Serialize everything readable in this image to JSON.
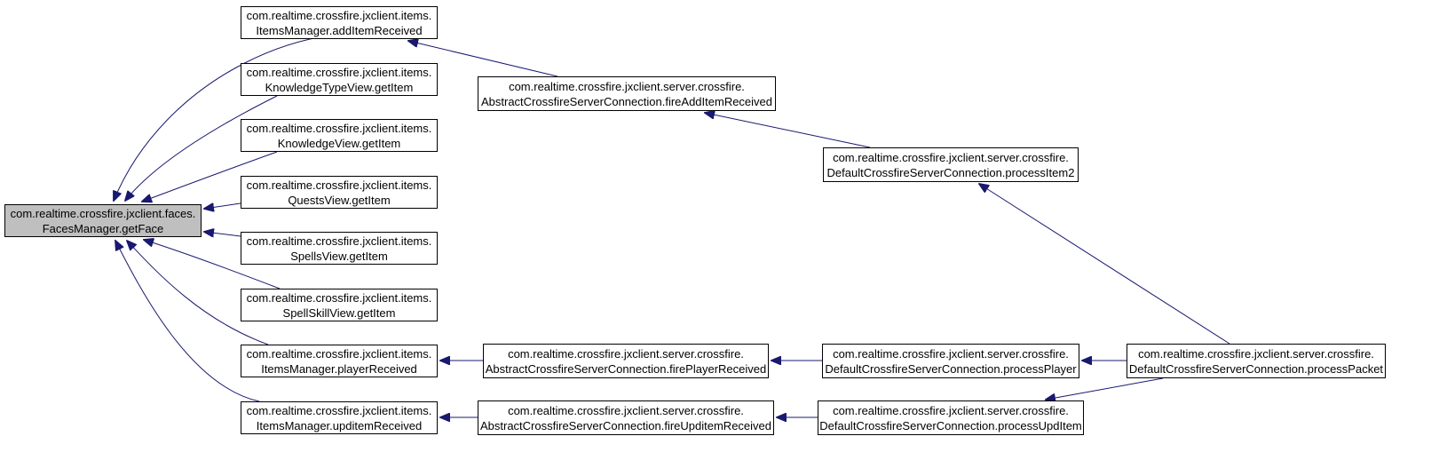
{
  "colors": {
    "edge": "#191970",
    "node_border": "#000000",
    "selected_fill": "#bfbfbf",
    "node_fill": "#ffffff"
  },
  "nodes": {
    "getFace": {
      "line1": "com.realtime.crossfire.jxclient.faces.",
      "line2": "FacesManager.getFace"
    },
    "addItemRecv": {
      "line1": "com.realtime.crossfire.jxclient.items.",
      "line2": "ItemsManager.addItemReceived"
    },
    "ktvGetItem": {
      "line1": "com.realtime.crossfire.jxclient.items.",
      "line2": "KnowledgeTypeView.getItem"
    },
    "kvGetItem": {
      "line1": "com.realtime.crossfire.jxclient.items.",
      "line2": "KnowledgeView.getItem"
    },
    "qvGetItem": {
      "line1": "com.realtime.crossfire.jxclient.items.",
      "line2": "QuestsView.getItem"
    },
    "svGetItem": {
      "line1": "com.realtime.crossfire.jxclient.items.",
      "line2": "SpellsView.getItem"
    },
    "sskGetItem": {
      "line1": "com.realtime.crossfire.jxclient.items.",
      "line2": "SpellSkillView.getItem"
    },
    "playerRecv": {
      "line1": "com.realtime.crossfire.jxclient.items.",
      "line2": "ItemsManager.playerReceived"
    },
    "upditemRecv": {
      "line1": "com.realtime.crossfire.jxclient.items.",
      "line2": "ItemsManager.upditemReceived"
    },
    "fireAddItem": {
      "line1": "com.realtime.crossfire.jxclient.server.crossfire.",
      "line2": "AbstractCrossfireServerConnection.fireAddItemReceived"
    },
    "firePlayer": {
      "line1": "com.realtime.crossfire.jxclient.server.crossfire.",
      "line2": "AbstractCrossfireServerConnection.firePlayerReceived"
    },
    "fireUpditem": {
      "line1": "com.realtime.crossfire.jxclient.server.crossfire.",
      "line2": "AbstractCrossfireServerConnection.fireUpditemReceived"
    },
    "processItem2": {
      "line1": "com.realtime.crossfire.jxclient.server.crossfire.",
      "line2": "DefaultCrossfireServerConnection.processItem2"
    },
    "processPlayer": {
      "line1": "com.realtime.crossfire.jxclient.server.crossfire.",
      "line2": "DefaultCrossfireServerConnection.processPlayer"
    },
    "processUpdItem": {
      "line1": "com.realtime.crossfire.jxclient.server.crossfire.",
      "line2": "DefaultCrossfireServerConnection.processUpdItem"
    },
    "processPacket": {
      "line1": "com.realtime.crossfire.jxclient.server.crossfire.",
      "line2": "DefaultCrossfireServerConnection.processPacket"
    }
  }
}
